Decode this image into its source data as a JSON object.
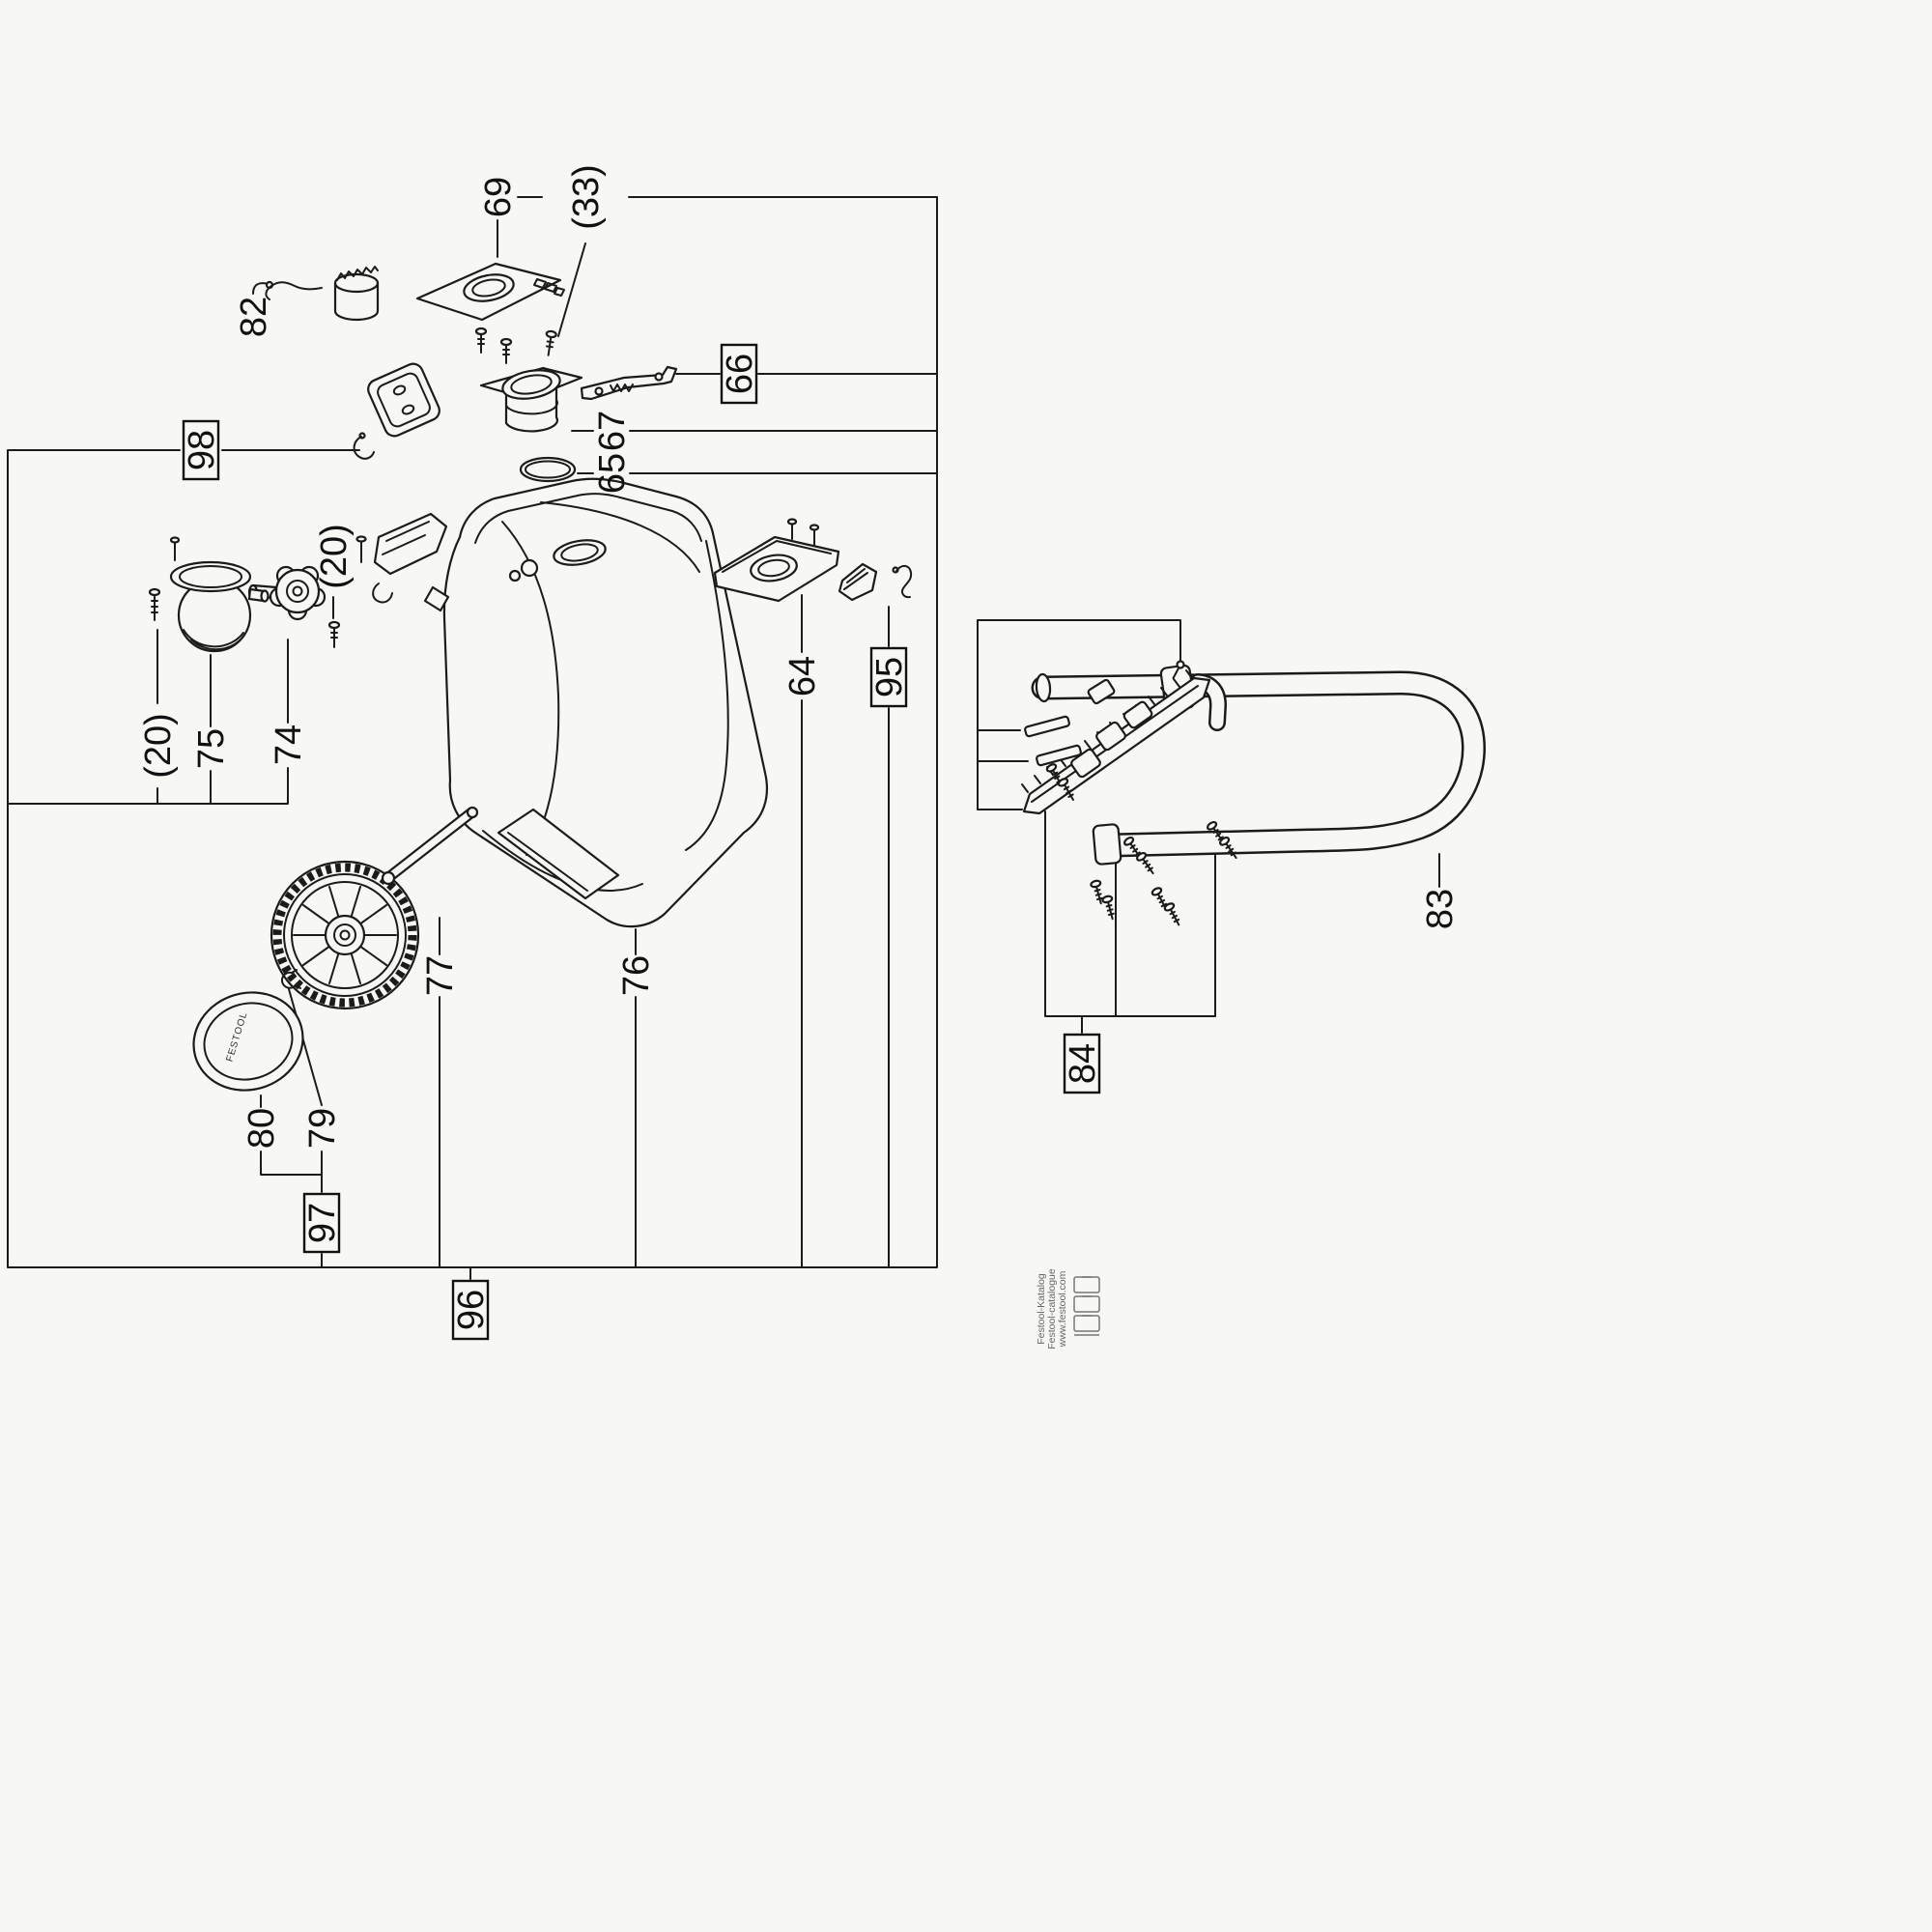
{
  "diagram": {
    "title": "exploded-parts-diagram",
    "labels": {
      "l69": "69",
      "l33": "(33)",
      "l82": "82",
      "l66": "66",
      "l67": "67",
      "l65": "65",
      "l98": "98",
      "l20a": "(20)",
      "l75": "75",
      "l74": "74",
      "l20b": "(20)",
      "l64": "64",
      "l95": "95",
      "l76": "76",
      "l77": "77",
      "l83": "83",
      "l84": "84",
      "l80": "80",
      "l79": "79",
      "l97": "97",
      "l96": "96"
    },
    "wheel_cap_brand": "FESTOOL",
    "watermark": {
      "line1": "Festool-Katalog",
      "line2": "Festool-catalogue",
      "line3": "www.festool.com"
    },
    "colors": {
      "line": "#1b1b1b",
      "background": "#f7f7f4"
    }
  }
}
